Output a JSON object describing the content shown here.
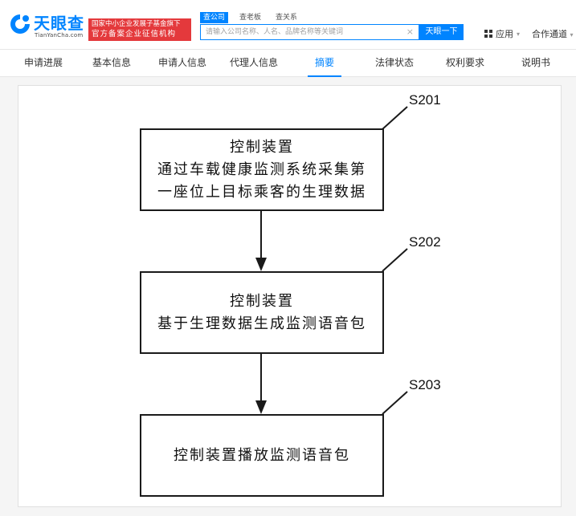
{
  "header": {
    "logo_text": "天眼查",
    "logo_sub": "TianYanCha.com",
    "banner_line1": "国家中小企业发展子基金旗下",
    "banner_line2": "官方备案企业征信机构",
    "search_tabs": [
      "查公司",
      "查老板",
      "查关系"
    ],
    "search_placeholder": "请输入公司名称、人名、品牌名称等关键词",
    "search_button": "天眼一下",
    "apps_label": "应用",
    "coop_label": "合作通道"
  },
  "nav": {
    "items": [
      "申请进展",
      "基本信息",
      "申请人信息",
      "代理人信息",
      "摘要",
      "法律状态",
      "权利要求",
      "说明书"
    ],
    "active_index": 4
  },
  "diagram": {
    "steps": [
      {
        "label": "S201",
        "lines": [
          "控制装置",
          "通过车载健康监测系统采集第",
          "一座位上目标乘客的生理数据"
        ]
      },
      {
        "label": "S202",
        "lines": [
          "控制装置",
          "基于生理数据生成监测语音包"
        ]
      },
      {
        "label": "S203",
        "lines": [
          "控制装置播放监测语音包"
        ]
      }
    ]
  },
  "colors": {
    "accent": "#0084ff",
    "banner_red": "#e4393c",
    "line": "#1a1a1a"
  }
}
